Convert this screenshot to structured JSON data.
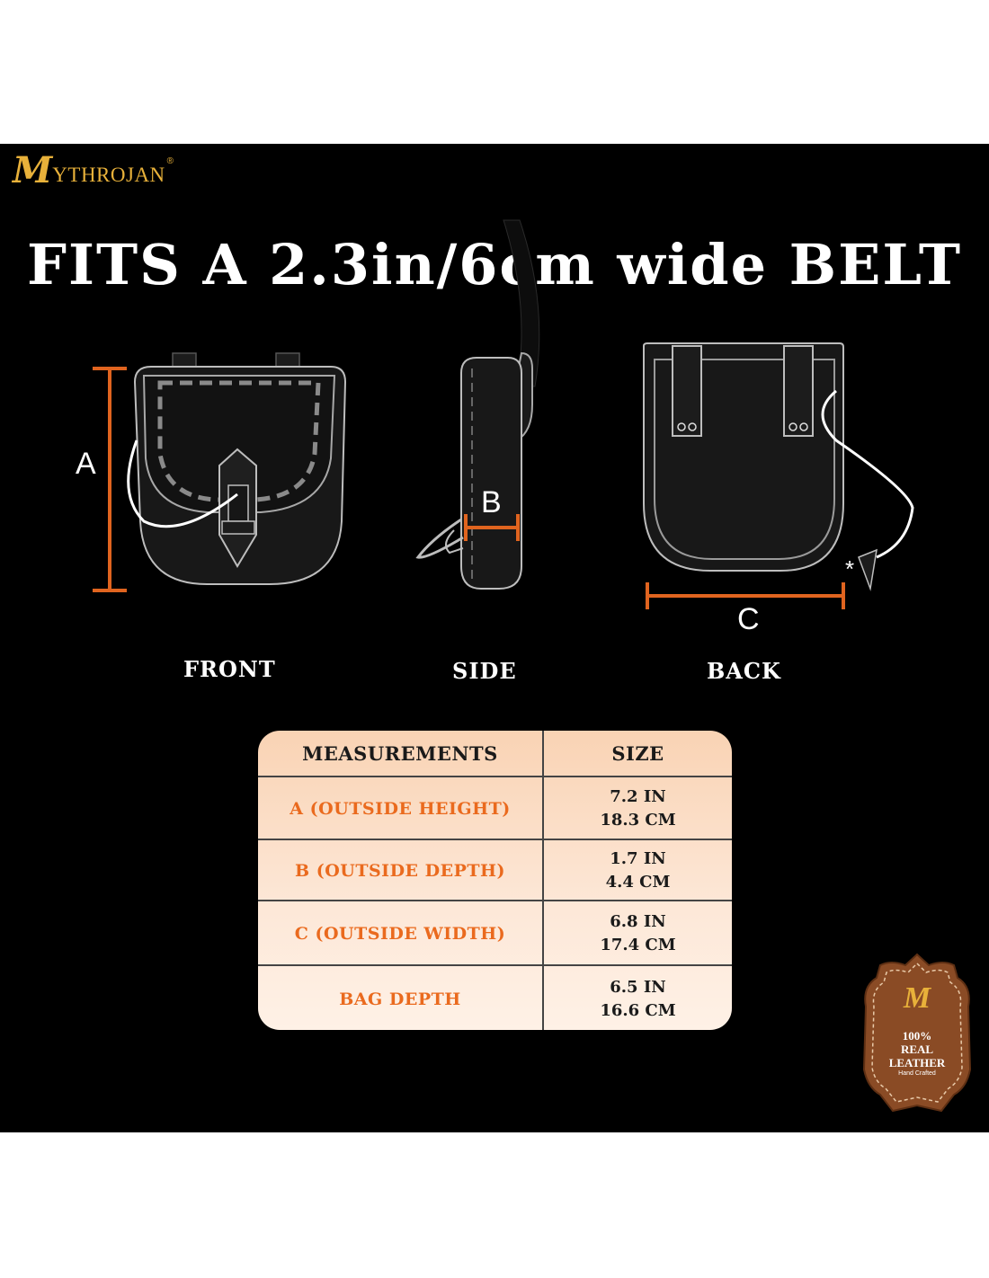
{
  "brand": {
    "logo_initial": "M",
    "logo_rest": "YTHROJAN",
    "registered": "®",
    "color": "#e8b13a"
  },
  "headline": "FITS A 2.3in/6cm wide BELT",
  "views": {
    "front": "FRONT",
    "side": "SIDE",
    "back": "BACK"
  },
  "dimensions": {
    "a": "A",
    "b": "B",
    "c": "C",
    "accent_color": "#e0641f"
  },
  "table": {
    "header": {
      "measurements": "MEASUREMENTS",
      "size": "SIZE"
    },
    "rows": [
      {
        "label": "A (OUTSIDE HEIGHT)",
        "inches": "7.2 IN",
        "cm": "18.3 CM"
      },
      {
        "label": "B (OUTSIDE DEPTH)",
        "inches": "1.7 IN",
        "cm": "4.4 CM"
      },
      {
        "label": "C (OUTSIDE WIDTH)",
        "inches": "6.8 IN",
        "cm": "17.4 CM"
      },
      {
        "label": "BAG DEPTH",
        "inches": "6.5 IN",
        "cm": "16.6 CM"
      }
    ],
    "label_color": "#ea6a1e"
  },
  "badge": {
    "initial": "M",
    "line1": "100%",
    "line2": "REAL",
    "line3": "LEATHER",
    "line4": "Hand Crafted",
    "color": "#8a4b25"
  }
}
